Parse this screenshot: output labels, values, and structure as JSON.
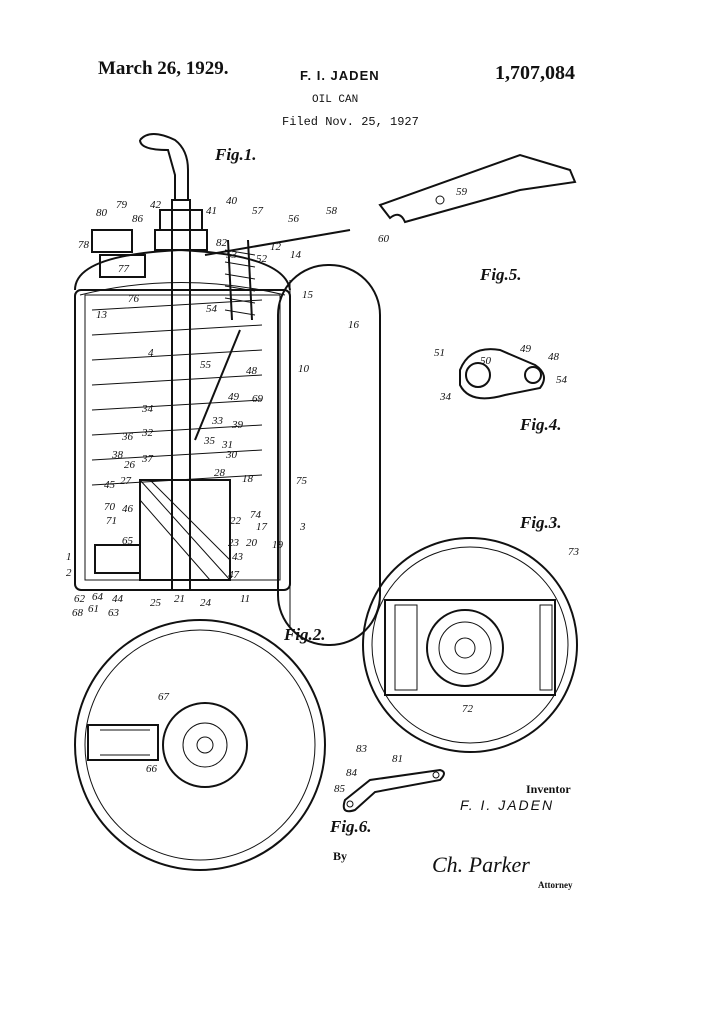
{
  "header": {
    "date": "March 26, 1929.",
    "inventor": "F. I. JADEN",
    "patent_number": "1,707,084",
    "title": "OIL CAN",
    "filed": "Filed Nov. 25, 1927"
  },
  "figures": {
    "fig1": "Fig.1.",
    "fig2": "Fig.2.",
    "fig3": "Fig.3.",
    "fig4": "Fig.4.",
    "fig5": "Fig.5.",
    "fig6": "Fig.6."
  },
  "signature_block": {
    "inventor_label": "Inventor",
    "inventor_name": "F. I. JADEN",
    "by_label": "By",
    "attorney_signature": "Ch. Parker",
    "attorney_label": "Attorney"
  },
  "numerals": [
    "42",
    "40",
    "41",
    "57",
    "56",
    "58",
    "80",
    "79",
    "86",
    "78",
    "77",
    "82",
    "53",
    "52",
    "12",
    "14",
    "15",
    "16",
    "76",
    "13",
    "54",
    "4",
    "55",
    "48",
    "10",
    "49",
    "69",
    "34",
    "33",
    "39",
    "36",
    "32",
    "35",
    "31",
    "38",
    "26",
    "37",
    "30",
    "45",
    "27",
    "28",
    "18",
    "19",
    "75",
    "3",
    "70",
    "46",
    "71",
    "22",
    "74",
    "17",
    "65",
    "23",
    "20",
    "43",
    "47",
    "2",
    "1",
    "62",
    "64",
    "44",
    "25",
    "21",
    "24",
    "11",
    "68",
    "61",
    "63",
    "59",
    "60",
    "50",
    "51",
    "49",
    "48",
    "54",
    "34",
    "73",
    "72",
    "67",
    "66",
    "83",
    "81",
    "84",
    "85"
  ]
}
